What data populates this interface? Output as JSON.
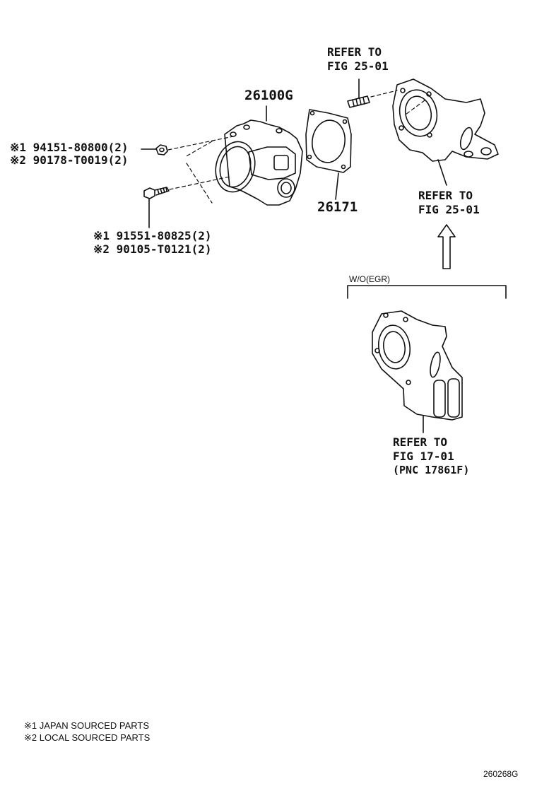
{
  "callouts": {
    "throttle_body": "26100G",
    "gasket": "26171",
    "refer_top_1": "REFER TO",
    "refer_top_2": "FIG 25-01",
    "refer_mid_1": "REFER TO",
    "refer_mid_2": "FIG 25-01",
    "refer_bot_1": "REFER TO",
    "refer_bot_2": "FIG 17-01",
    "refer_bot_3": "(PNC 17861F)"
  },
  "fasteners": {
    "nut_line1": "※1 94151-80800(2)",
    "nut_line2": "※2 90178-T0019(2)",
    "bolt_line1": "※1 91551-80825(2)",
    "bolt_line2": "※2 90105-T0121(2)"
  },
  "condition": "W/O(EGR)",
  "legend": {
    "line1": "※1 JAPAN SOURCED PARTS",
    "line2": "※2 LOCAL SOURCED PARTS"
  },
  "figure_id": "260268G"
}
